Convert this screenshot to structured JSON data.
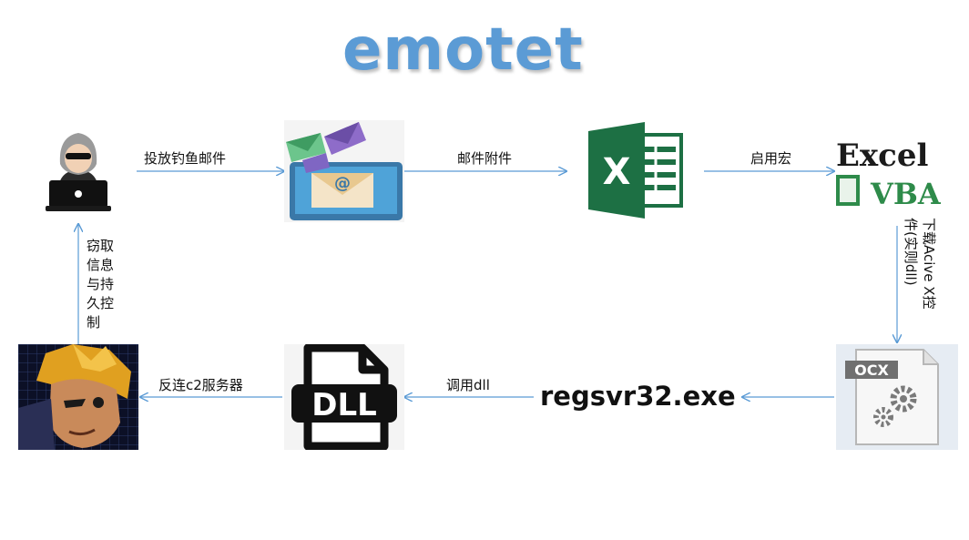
{
  "title": "emotet",
  "nodes": {
    "attacker": {
      "icon": "hacker-icon"
    },
    "email": {
      "icon": "phishing-email-icon",
      "symbol": "@"
    },
    "excel": {
      "icon": "excel-icon",
      "letter": "X"
    },
    "vba": {
      "icon": "excel-vba-icon",
      "top_text": "Excel",
      "bottom_text": "VBA"
    },
    "ocx": {
      "icon": "ocx-file-icon",
      "tag": "OCX"
    },
    "regsvr": {
      "label": "regsvr32.exe"
    },
    "dll": {
      "icon": "dll-file-icon",
      "text": "DLL"
    },
    "c2": {
      "icon": "c2-avatar-icon"
    }
  },
  "edges": {
    "send_phishing": "投放钓鱼邮件",
    "attachment": "邮件附件",
    "enable_macro": "启用宏",
    "download_activex_line1": "下载Acive X控",
    "download_activex_line2": "件(实则dll)",
    "invoke_dll": "调用dll",
    "connect_c2": "反连c2服务器",
    "steal_persist": "窃取信息与持久控制"
  },
  "colors": {
    "title": "#5b9bd5",
    "arrow": "#5b9bd5",
    "excel_green": "#1d7044"
  }
}
